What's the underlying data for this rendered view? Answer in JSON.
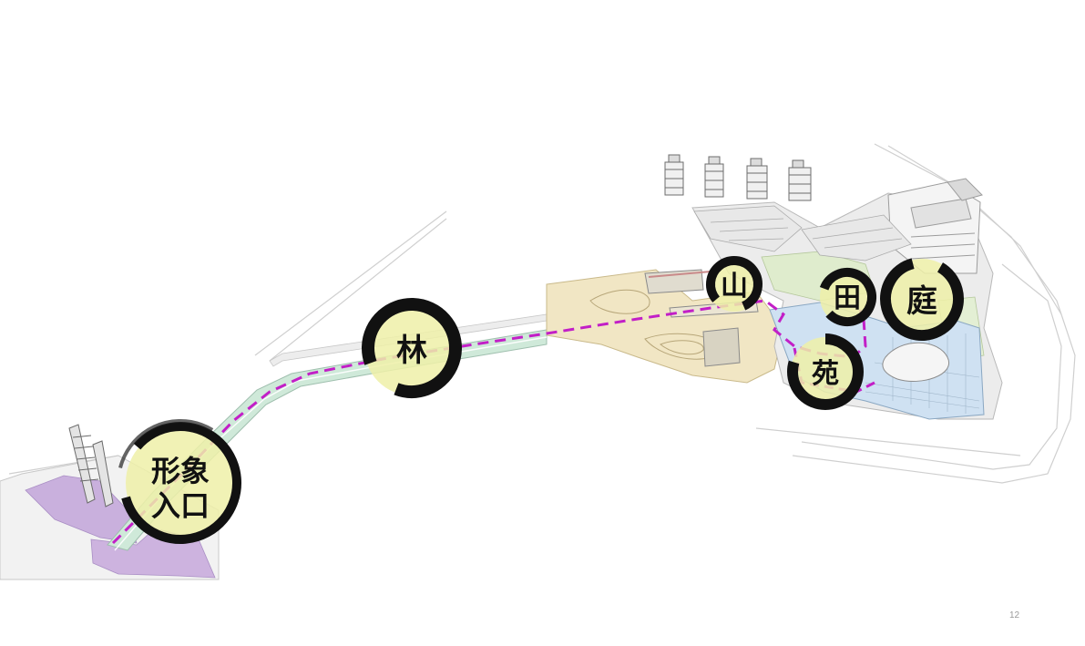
{
  "zones": [
    {
      "id": "entrance",
      "label_line1": "形象",
      "label_line2": "入口"
    },
    {
      "id": "forest",
      "label": "林"
    },
    {
      "id": "mountain",
      "label": "山"
    },
    {
      "id": "field",
      "label": "田"
    },
    {
      "id": "courtyard",
      "label": "庭"
    },
    {
      "id": "garden",
      "label": "苑"
    }
  ],
  "page_number": "12",
  "colors": {
    "route_dashed": "#c21fc7",
    "ink_ring": "#111111",
    "circle_fill": "#eef0a8",
    "path_green": "#cfe9d9",
    "sand": "#f1e6c4",
    "plaza_purple": "#c9b0dd",
    "water_blue": "#cfe1f2",
    "lawn_green": "#dfeccd",
    "building_grey": "#d9d9d9"
  }
}
